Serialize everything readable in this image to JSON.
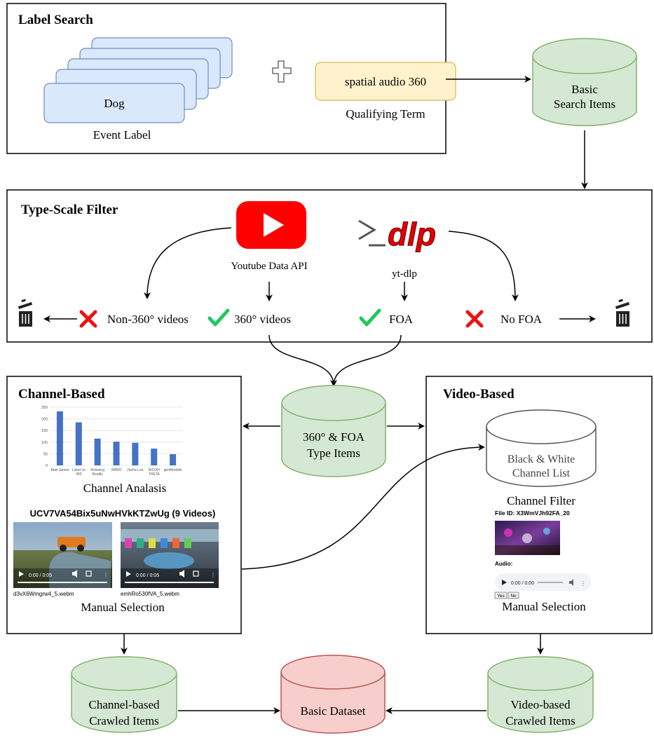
{
  "label_search": {
    "title": "Label Search",
    "event_label_card": "Dog",
    "event_label_caption": "Event Label",
    "qualifying_term": "spatial audio 360",
    "qualifying_caption": "Qualifying Term"
  },
  "basic_search_items": {
    "line1": "Basic",
    "line2": "Search Items"
  },
  "type_scale_filter": {
    "title": "Type-Scale Filter",
    "youtube_caption": "Youtube Data API",
    "ytdlp_logo": "dlp",
    "ytdlp_caption": "yt-dlp",
    "non360": "Non-360° videos",
    "videos360": "360° videos",
    "foa": "FOA",
    "no_foa": "No FOA"
  },
  "type_items": {
    "line1": "360° & FOA",
    "line2": "Type Items"
  },
  "channel_based": {
    "title": "Channel-Based",
    "chart_caption": "Channel Analasis",
    "channel_id": "UCV7VA54Bix5uNwHVkKTZwUg (9 Videos)",
    "video1_time": "0:00 / 0:05",
    "video1_file": "d3vX6Wmgrw4_5.webm",
    "video2_time": "0:00 / 0:05",
    "video2_file": "emhRo530fVA_5.webm",
    "caption": "Manual Selection"
  },
  "video_based": {
    "title": "Video-Based",
    "list_line1": "Black & White",
    "list_line2": "Channel List",
    "filter_caption": "Channel Filter",
    "file_id": "File ID: X3WmVJh92FA_20",
    "audio_label": "Audio:",
    "audio_time": "0:00 / 0:00",
    "yes": "Yes",
    "no": "No",
    "caption": "Manual Selection"
  },
  "channel_crawled": {
    "line1": "Channel-based",
    "line2": "Crawled Items"
  },
  "basic_dataset": {
    "label": "Basic Dataset"
  },
  "video_crawled": {
    "line1": "Video-based",
    "line2": "Crawled Items"
  },
  "colors": {
    "green_fill": "#d5e8d4",
    "green_stroke": "#82b366",
    "red_fill": "#f8cecc",
    "red_stroke": "#b85450",
    "blue_fill": "#dae8fc",
    "blue_stroke": "#6c8ebf",
    "yellow_fill": "#fff2cc",
    "yellow_stroke": "#d6b656",
    "bar_color": "#4472c4"
  },
  "chart_data": {
    "type": "bar",
    "categories": [
      "Abel James",
      "Listen to 360",
      "Relaxing Reality",
      "SMNO",
      "Junha Lee",
      "RICOH THETA",
      "geoffmobile"
    ],
    "values": [
      232,
      185,
      115,
      102,
      97,
      72,
      48
    ],
    "ylim": [
      0,
      250
    ],
    "yticks": [
      0,
      50,
      100,
      150,
      200,
      250
    ],
    "grid": true
  }
}
